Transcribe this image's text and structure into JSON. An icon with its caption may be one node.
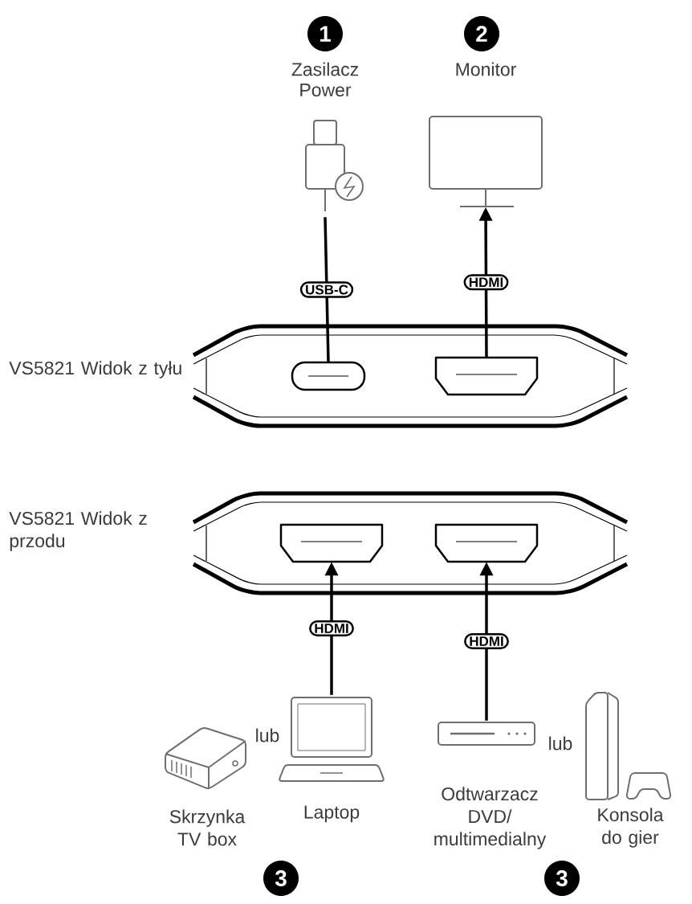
{
  "diagram": {
    "nodes": [
      {
        "text": [
          "1"
        ]
      },
      {
        "text": [
          "2"
        ]
      },
      {
        "text": [],
        "shape": "picture"
      },
      {
        "text": [],
        "shape": "picture"
      },
      {
        "text": [
          "VS5821 Widok z tyłu"
        ]
      },
      {
        "text": [],
        "shape": "box",
        "in": 4
      },
      {
        "text": [],
        "shape": "box",
        "in": 4
      },
      {
        "text": [
          "VS5821 Widok z przodu"
        ]
      },
      {
        "text": [],
        "shape": "box",
        "in": 7
      },
      {
        "text": [],
        "shape": "box",
        "in": 7
      },
      {
        "text": [],
        "shape": "picture"
      },
      {
        "text": [],
        "shape": "picture"
      },
      {
        "text": [],
        "shape": "picture"
      },
      {
        "text": [],
        "shape": "picture"
      },
      {
        "text": [
          "3"
        ]
      },
      {
        "text": [
          "3"
        ]
      }
    ],
    "edges": [
      {
        "from": 2,
        "to": 5,
        "arrow": "none",
        "label": "USB-C"
      },
      {
        "from": 6,
        "to": 3,
        "arrow": "to",
        "label": "HDMI"
      },
      {
        "from": 11,
        "to": 8,
        "arrow": "to",
        "label": "HDMI"
      },
      {
        "from": 12,
        "to": 9,
        "arrow": "to",
        "label": "HDMI"
      }
    ],
    "labels": [
      "Zasilacz",
      "Power",
      "Monitor",
      "lub",
      "lub",
      "Skrzynka TV box",
      "Laptop",
      "Odtwarzacz DVD/ multimedialny",
      "Konsola do gier"
    ]
  }
}
